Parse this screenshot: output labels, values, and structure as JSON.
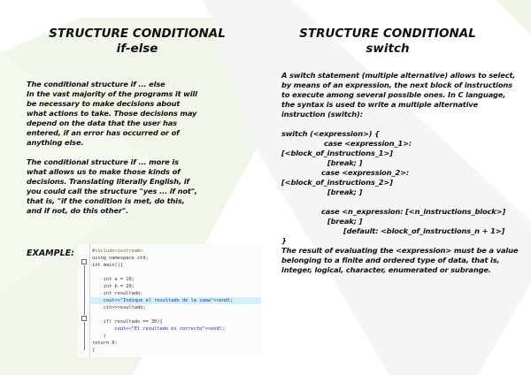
{
  "left": {
    "title": "STRUCTURE CONDITIONAL",
    "subtitle": "if-else",
    "para1": [
      "The conditional structure if ... else",
      "In the vast majority of the programs it will",
      "be necessary to make decisions about",
      "what actions to take. Those decisions may",
      "depend on the data that the user has",
      "entered, if an error has occurred or of",
      "anything else."
    ],
    "para2": [
      "The conditional structure if ... more is",
      "what allows us to make those kinds of",
      "decisions. Translating literally English, if",
      "you could call the structure \"yes ... if not\",",
      "that is, \"if the condition is met, do this,",
      "and if not, do this other\"."
    ],
    "example_label": "EXAMPLE:",
    "code": [
      "#include<iostream>",
      "using namespace std;",
      "int main(){",
      "",
      "    int a = 10;",
      "    int b = 20;",
      "    int resultado;",
      "    cout<<\"Indique el resultado de la suma\"<<endl;",
      "    cin>>resultado;",
      "",
      "    if( resultado == 30){",
      "        cout<<\"El resultado es correcto\"<<endl;",
      "    }",
      "return 0;",
      "}"
    ]
  },
  "right": {
    "title": "STRUCTURE CONDITIONAL",
    "subtitle": "switch",
    "para1": [
      "A switch statement (multiple alternative) allows to select,",
      "by means of an expression, the next block of instructions",
      "to execute among several possible ones. In C language,",
      "the syntax is used to write a multiple alternative",
      "instruction (switch):"
    ],
    "syntax": [
      "switch (<expression>) {",
      "case <expression_1>:",
      "[<block_of_instructions_1>]",
      "[break; ]",
      "case <expression_2>:",
      "[<block_of_instructions_2>]",
      "[break; ]",
      "",
      "case <n_expression: [<n_instructions_block>]",
      "[break; ]",
      "[default: <block_of_instructions_n + 1>]",
      "}"
    ],
    "para2": [
      "The result of evaluating the <expression> must be a value",
      "belonging to a finite and ordered type of data, that is,",
      "integer, logical, character, enumerated or subrange."
    ]
  }
}
